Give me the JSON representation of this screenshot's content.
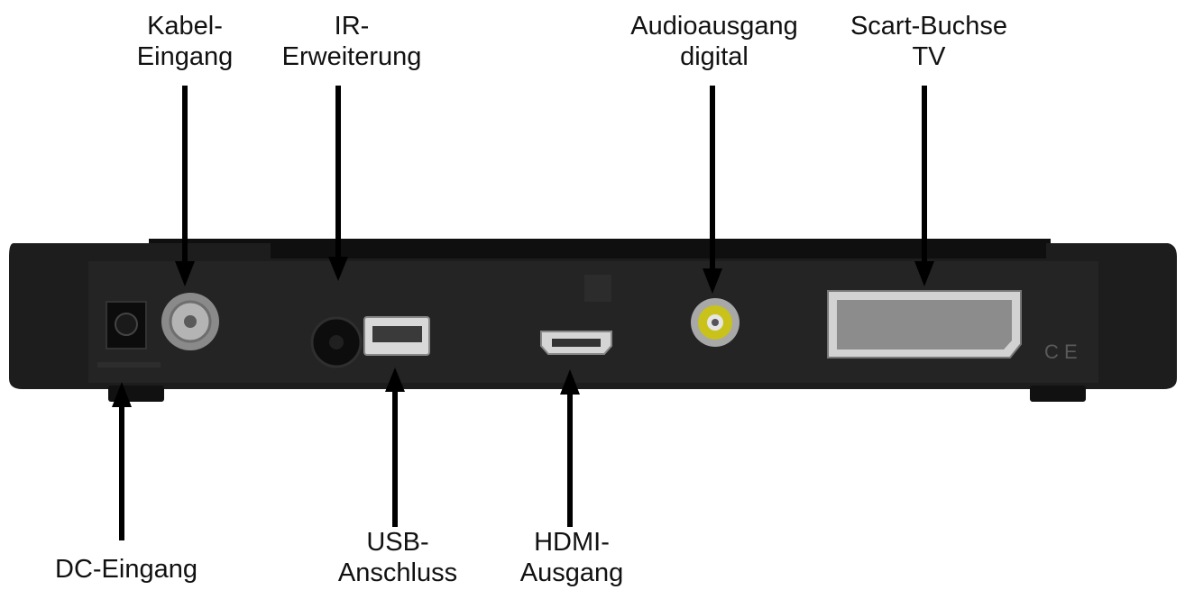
{
  "labels": {
    "kabel": {
      "line1": "Kabel-",
      "line2": "Eingang"
    },
    "ir": {
      "line1": "IR-",
      "line2": "Erweiterung"
    },
    "audio": {
      "line1": "Audioausgang",
      "line2": "digital"
    },
    "scart": {
      "line1": "Scart-Buchse",
      "line2": "TV"
    },
    "dc": {
      "line1": "DC-Eingang"
    },
    "usb": {
      "line1": "USB-",
      "line2": "Anschluss"
    },
    "hdmi": {
      "line1": "HDMI-",
      "line2": "Ausgang"
    }
  },
  "colors": {
    "device_body": "#1c1c1c",
    "device_top": "#0f0f0f",
    "rca_ring": "#c9c21a",
    "connector_metal": "#8a8a8a",
    "arrow": "#000000"
  }
}
